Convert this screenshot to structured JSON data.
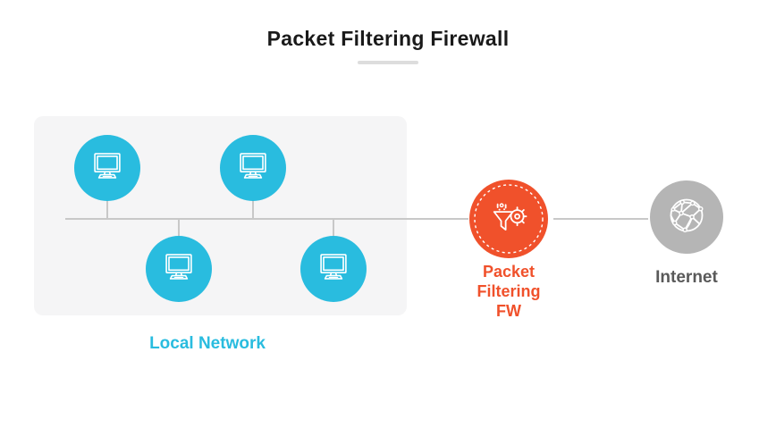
{
  "header": {
    "title": "Packet Filtering Firewall"
  },
  "diagram": {
    "local_network": {
      "label": "Local Network",
      "panel_color": "#F5F5F6",
      "node_color": "#29BCDF",
      "node_icon": "monitor-icon",
      "workstations": [
        {
          "id": "workstation-1",
          "position": "top-left"
        },
        {
          "id": "workstation-2",
          "position": "top-right"
        },
        {
          "id": "workstation-3",
          "position": "bottom-left"
        },
        {
          "id": "workstation-4",
          "position": "bottom-right"
        }
      ]
    },
    "firewall": {
      "label": "Packet Filtering FW",
      "label_lines": [
        "Packet",
        "Filtering",
        "FW"
      ],
      "node_color": "#F0512B",
      "node_icon": "funnel-gear-icon"
    },
    "internet": {
      "label": "Internet",
      "node_color": "#B5B5B5",
      "node_icon": "globe-network-icon"
    },
    "connections": [
      {
        "from": "local-network-bus",
        "to": "firewall"
      },
      {
        "from": "firewall",
        "to": "internet"
      }
    ]
  },
  "colors": {
    "accent_cyan": "#29BCDF",
    "accent_orange": "#F0512B",
    "accent_gray": "#B5B5B5",
    "line_gray": "#C8C8C8",
    "title_color": "#1A1A1A",
    "internet_label": "#595959",
    "divider": "#DDDDDD",
    "panel_bg": "#F5F5F6"
  }
}
